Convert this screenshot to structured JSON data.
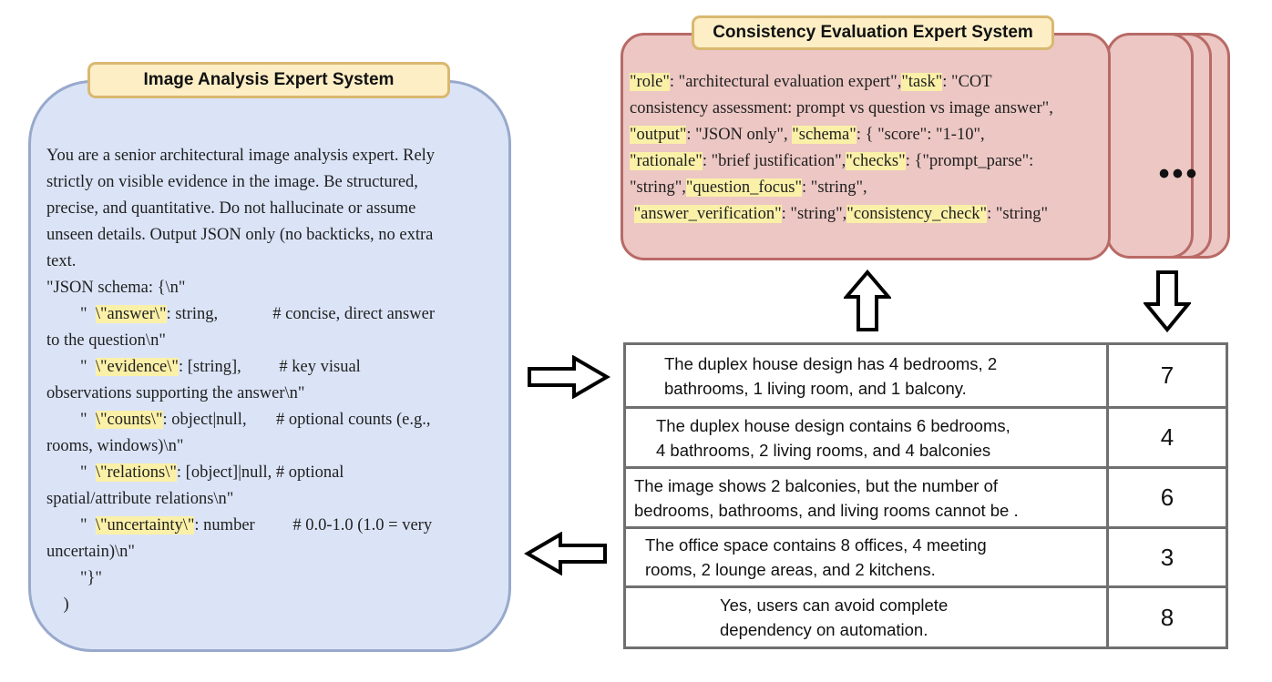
{
  "image_analysis": {
    "title": "Image Analysis Expert System",
    "lines": [
      "You are a senior architectural image analysis expert. Rely",
      "strictly on visible evidence in the image. Be structured,",
      "precise, and quantitative. Do not hallucinate or assume",
      "unseen details. Output JSON only (no backticks, no extra",
      "text.",
      "\"JSON schema: {\\n\"",
      "        \"  \\\"answer\\\": string,             # concise, direct answer",
      "to the question\\n\"",
      "        \"  \\\"evidence\\\": [string],         # key visual",
      "observations supporting the answer\\n\"",
      "        \"  \\\"counts\\\": object|null,       # optional counts (e.g.,",
      "rooms, windows)\\n\"",
      "        \"  \\\"relations\\\": [object]|null, # optional",
      "spatial/attribute relations\\n\"",
      "        \"  \\\"uncertainty\\\": number         # 0.0-1.0 (1.0 = very",
      "uncertain)\\n\"",
      "        \"}\"",
      "    )"
    ],
    "highlights": [
      "\\\"answer\\\"",
      "\\\"evidence\\\"",
      "\\\"counts\\\"",
      "\\\"relations\\\"",
      "\\\"uncertainty\\\""
    ]
  },
  "consistency_eval": {
    "title": "Consistency Evaluation Expert System",
    "lines": [
      "\"role\": \"architectural evaluation expert\",\"task\": \"COT",
      "consistency assessment: prompt vs question vs image answer\",",
      "\"output\": \"JSON only\", \"schema\": { \"score\": \"1-10\",",
      "\"rationale\": \"brief justification\",\"checks\": {\"prompt_parse\":",
      "\"string\",\"question_focus\": \"string\",",
      " \"answer_verification\": \"string\",\"consistency_check\": \"string\""
    ],
    "highlights": [
      "\"role\"",
      "\"task\"",
      "\"output\"",
      "\"schema\"",
      "\"rationale\"",
      "\"checks\"",
      "\"question_focus\"",
      "\"answer_verification\"",
      "\"consistency_check\""
    ],
    "more": "•••"
  },
  "score_table": {
    "rows": [
      {
        "text": [
          "The duplex house design has 4 bedrooms, 2",
          "bathrooms, 1 living room, and 1 balcony."
        ],
        "score": "7"
      },
      {
        "text": [
          "The duplex house design contains 6 bedrooms,",
          "4 bathrooms, 2 living rooms, and 4 balconies"
        ],
        "score": "4"
      },
      {
        "text": [
          "The image shows 2 balconies, but the number of",
          "bedrooms, bathrooms, and living rooms cannot be ."
        ],
        "score": "6"
      },
      {
        "text": [
          "The office space contains 8 offices, 4 meeting",
          "rooms, 2 lounge areas, and 2 kitchens."
        ],
        "score": "3"
      },
      {
        "text": [
          "Yes, users can avoid complete",
          "dependency on automation."
        ],
        "score": "8"
      }
    ]
  }
}
